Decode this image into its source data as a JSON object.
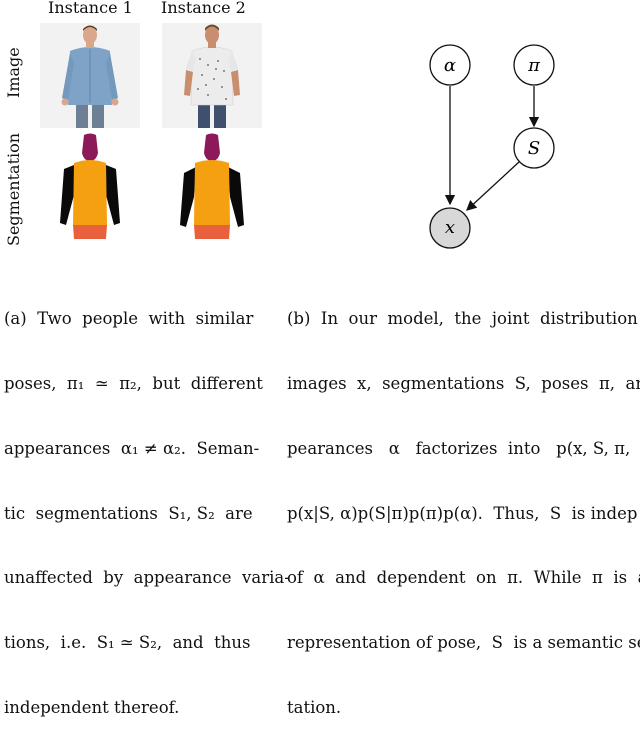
{
  "columns": {
    "instance1": "Instance 1",
    "instance2": "Instance 2"
  },
  "rows": {
    "image": "Image",
    "segmentation": "Segmentation"
  },
  "graph": {
    "nodes": {
      "alpha": "α",
      "pi": "π",
      "S": "S",
      "x": "x"
    }
  },
  "caption_a": {
    "lines": [
      "(a)  Two  people  with  similar",
      "poses,  π₁  ≃  π₂,  but  different",
      "appearances  α₁ ≠ α₂.  Seman-",
      "tic  segmentations  S₁, S₂  are",
      "unaffected  by  appearance  varia-",
      "tions,  i.e.  S₁ ≃ S₂,  and  thus",
      "independent thereof."
    ]
  },
  "caption_b": {
    "lines": [
      "(b)  In  our  model,  the  joint  distribution",
      "images  x,  segmentations  S,  poses  π,  an",
      "pearances   α   factorizes  into   p(x, S, π,",
      "p(x|S, α)p(S|π)p(π)p(α).  Thus,  S  is indep",
      "of  α  and  dependent  on  π.  While  π  is  a",
      "representation of pose,  S  is a semantic se",
      "tation."
    ]
  },
  "colors": {
    "head": "#8c1a5a",
    "torso": "#f5a010",
    "arms": "#0a0a0a",
    "legs": "#e8603c",
    "node_fill": "#ffffff",
    "node_x_fill": "#d8d8d8"
  }
}
